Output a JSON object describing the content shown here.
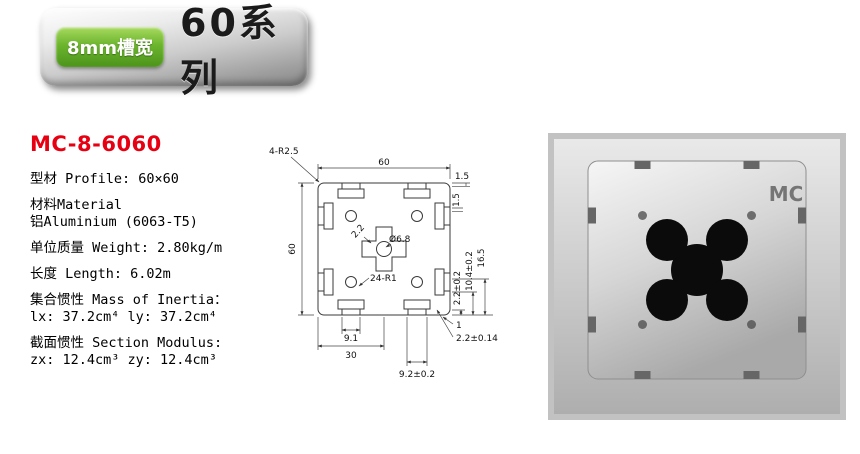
{
  "badge": {
    "slot_width": "8mm槽宽",
    "series": "60系列"
  },
  "product": {
    "model": "MC-8-6060",
    "spec_groups": [
      {
        "lines": [
          "型材 Profile: 60×60"
        ]
      },
      {
        "lines": [
          "材料Material",
          "铝Aluminium (6063-T5)"
        ]
      },
      {
        "lines": [
          "单位质量 Weight: 2.80kg/m"
        ]
      },
      {
        "lines": [
          "长度 Length: 6.02m"
        ]
      },
      {
        "lines": [
          "集合惯性 Mass of Inertia：",
          "lx: 37.2cm⁴  ly: 37.2cm⁴"
        ]
      },
      {
        "lines": [
          "截面惯性 Section Modulus:",
          "zx: 12.4cm³ zy: 12.4cm³"
        ]
      }
    ]
  },
  "drawing": {
    "dims": {
      "corner_radius": "4-R2.5",
      "overall_width": "60",
      "overall_height": "60",
      "top_wall": "1.5",
      "side_wall": "1.5",
      "rib_thickness": "2.2",
      "center_hole": "Ø6.8",
      "slot_fillet": "24-R1",
      "slot_opening": "9.1",
      "slot_pitch": "30",
      "slot_depth": "16.5",
      "cavity_depth": "10.4±0.2",
      "lip_thickness": "2.2±0.2",
      "lip_edge": "1",
      "lip_wall": "2.2±0.14",
      "slot_width_dim": "9.2±0.2"
    }
  },
  "photo": {
    "brand_mark": "MC"
  },
  "colors": {
    "model_red": "#e60012",
    "badge_green": "#5aa51f",
    "metal_silver": "#c9c9c9"
  }
}
